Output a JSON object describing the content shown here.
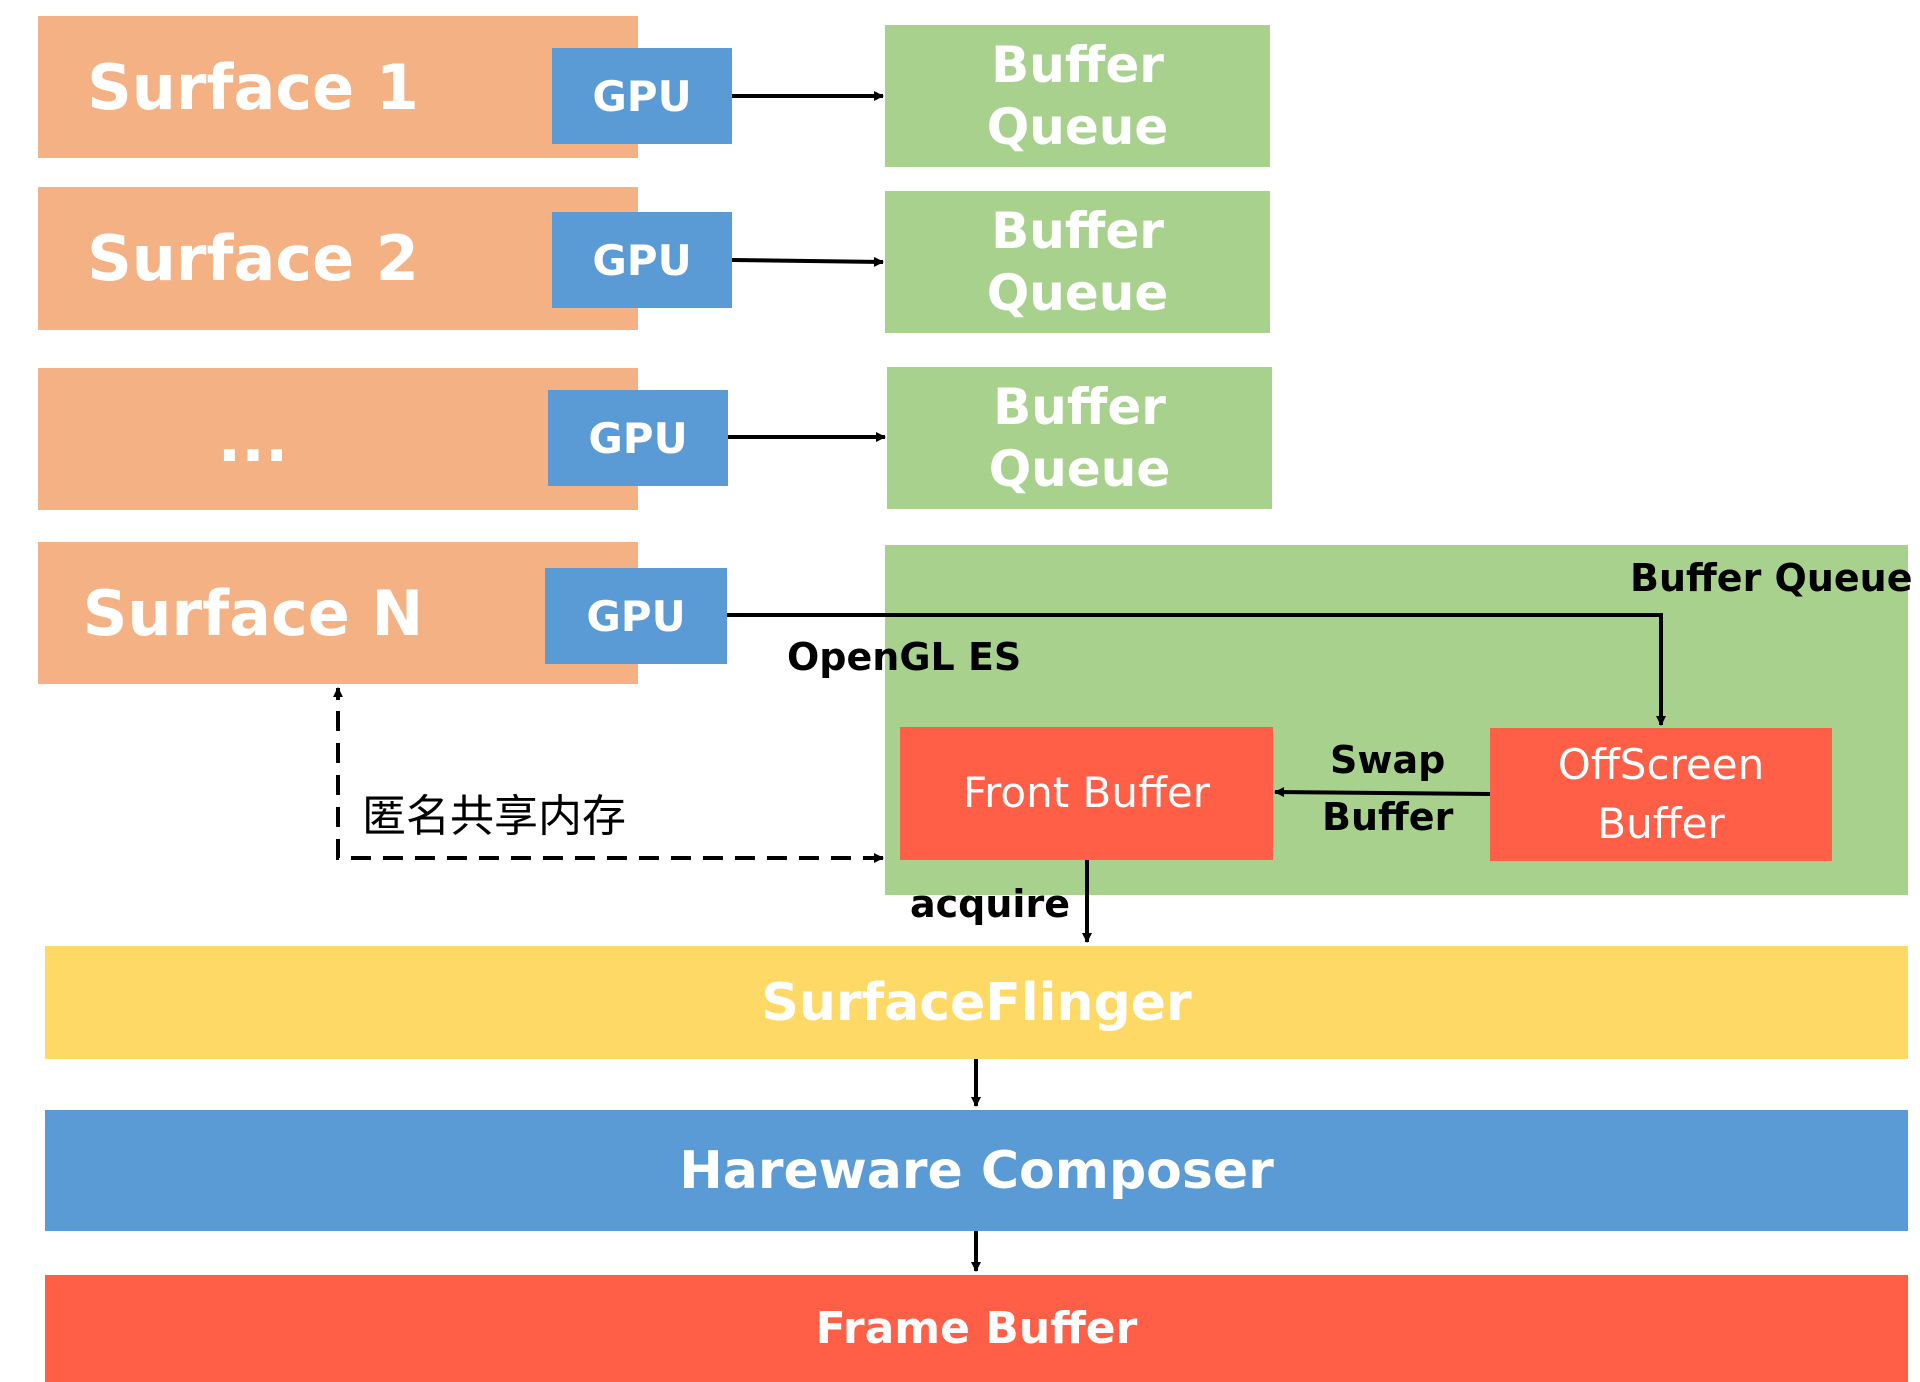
{
  "surfaces": [
    {
      "label": "Surface 1",
      "gpu": "GPU",
      "queue_line1": "Buffer",
      "queue_line2": "Queue"
    },
    {
      "label": "Surface 2",
      "gpu": "GPU",
      "queue_line1": "Buffer",
      "queue_line2": "Queue"
    },
    {
      "label": "...",
      "gpu": "GPU",
      "queue_line1": "Buffer",
      "queue_line2": "Queue"
    },
    {
      "label": "Surface N",
      "gpu": "GPU"
    }
  ],
  "buffer_queue_title": "Buffer Queue",
  "opengl_label": "OpenGL ES",
  "front_buffer": "Front Buffer",
  "offscreen_line1": "OffScreen",
  "offscreen_line2": "Buffer",
  "swap_line1": "Swap",
  "swap_line2": "Buffer",
  "acquire_label": "acquire",
  "shared_memory_label": "匿名共享内存",
  "surfaceflinger": "SurfaceFlinger",
  "hardware_composer": "Hareware Composer",
  "frame_buffer": "Frame Buffer",
  "colors": {
    "surface": "#f4b183",
    "gpu": "#5b9bd5",
    "buffer_queue": "#a9d18e",
    "red_buffer": "#ff5e47",
    "surfaceflinger": "#ffd966",
    "composer": "#5b9bd5"
  }
}
